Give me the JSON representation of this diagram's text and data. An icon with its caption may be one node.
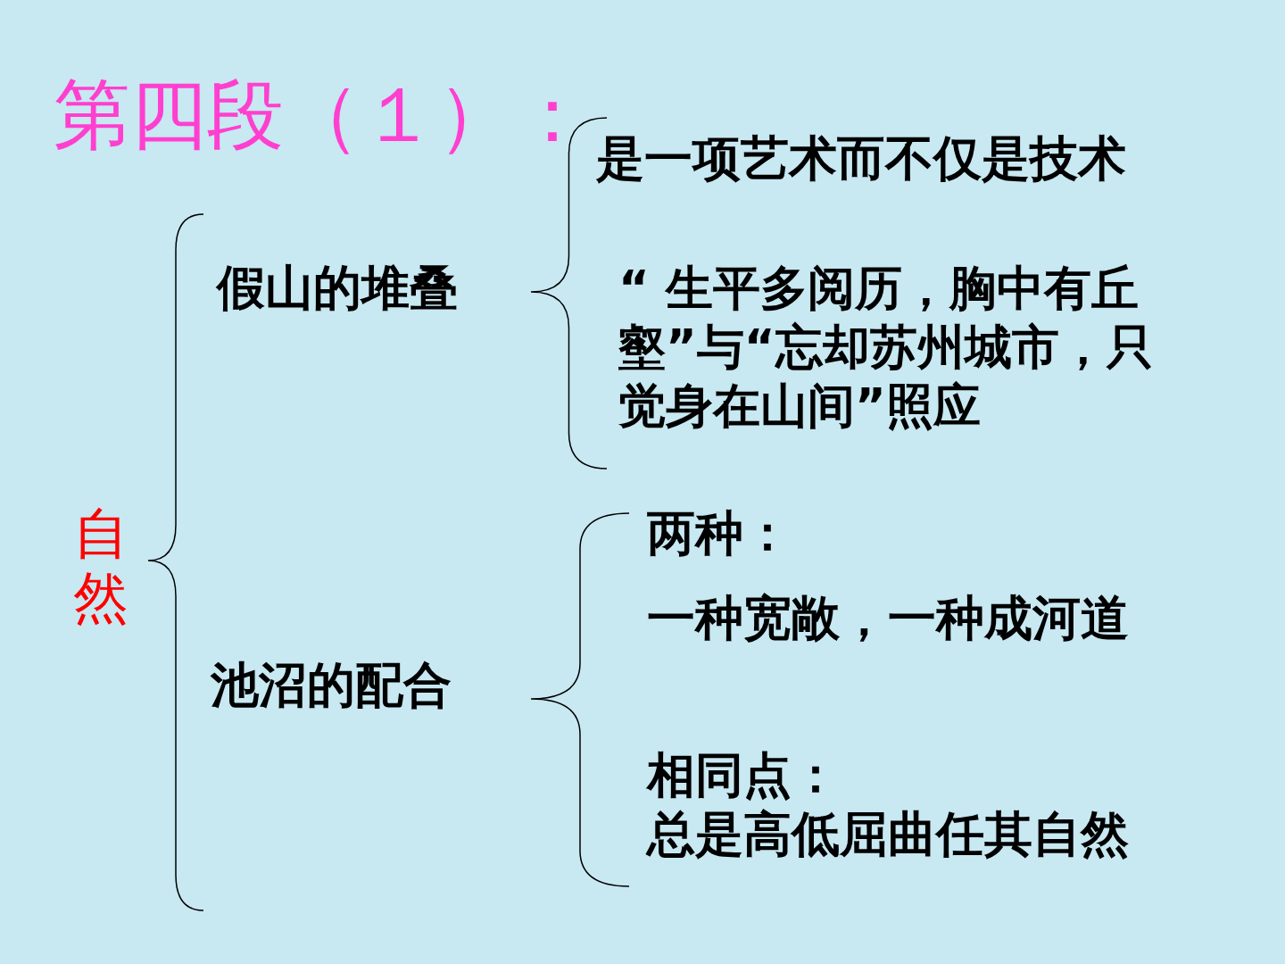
{
  "diagram": {
    "title": "第四段（１）：",
    "labels": [
      "自然",
      "假山的堆叠",
      "池沼的配合",
      "是一项艺术而不仅是技术",
      "“ 生平多阅历，胸中有丘壑”与“忘却苏州城市，只觉身在山间”照应",
      "两种：",
      "一种宽敞，一种成河道",
      "相同点：",
      "总是高低屈曲任其自然"
    ]
  }
}
